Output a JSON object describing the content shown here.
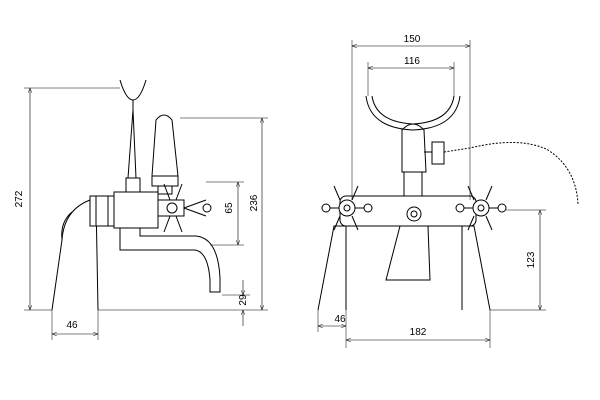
{
  "drawing": {
    "side_view": {
      "dimensions": {
        "overall_height": "272",
        "spout_height": "236",
        "valve_height": "65",
        "base_height": "29",
        "base_width": "46"
      }
    },
    "front_view": {
      "dimensions": {
        "cradle_outer_width": "150",
        "cradle_inner_width": "116",
        "spout_clearance": "123",
        "leg_width": "46",
        "centres": "182"
      }
    }
  }
}
